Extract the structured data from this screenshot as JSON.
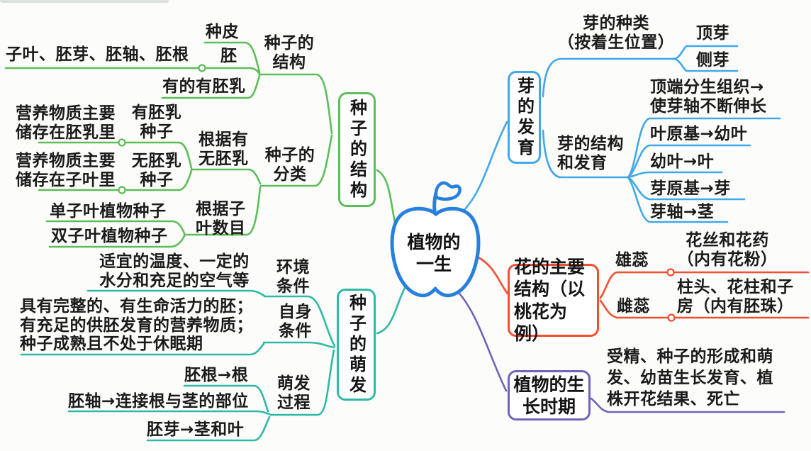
{
  "title": "植物的一生 思维导图",
  "colors": {
    "seed_structure_green": "#5cbe58",
    "germination_teal": "#2fb9a5",
    "bud_blue": "#41a8e8",
    "flower_red": "#f14f31",
    "growth_purple": "#6f64b8",
    "apple_blue": "#2780dd",
    "text": "#1b1b1b",
    "background": "#fcfcfa"
  },
  "center": {
    "label": "植物的\n一生"
  },
  "branch_seed_structure": {
    "box_label": "种子的结构",
    "structure": {
      "label": "种子的\n结构",
      "seed_coat": "种皮",
      "embryo_parts": "子叶、胚芽、胚轴、胚根",
      "embryo": "胚",
      "endosperm_note": "有的有胚乳"
    },
    "classification": {
      "label": "种子的\n分类",
      "by_endosperm": {
        "label": "根据有\n无胚乳",
        "with_endosperm_desc": "营养物质主要\n储存在胚乳里",
        "with_endosperm": "有胚乳\n种子",
        "without_endosperm_desc": "营养物质主要\n储存在子叶里",
        "without_endosperm": "无胚乳\n种子"
      },
      "by_cotyledon": {
        "label": "根据子\n叶数目",
        "monocot": "单子叶植物种子",
        "dicot": "双子叶植物种子"
      }
    }
  },
  "branch_germination": {
    "box_label": "种子的萌发",
    "env_condition": {
      "label": "环境\n条件",
      "desc": "适宜的温度、一定的\n水分和充足的空气等"
    },
    "self_condition": {
      "label": "自身\n条件",
      "desc": "具有完整的、有生命活力的胚；\n有充足的供胚发育的营养物质；\n种子成熟且不处于休眠期"
    },
    "process": {
      "label": "萌发\n过程",
      "radicle": "胚根→根",
      "hypocotyl": "胚轴→连接根与茎的部位",
      "plumule": "胚芽→茎和叶"
    }
  },
  "branch_bud": {
    "box_label": "芽的发育",
    "types": {
      "label": "芽的种类\n（按着生位置）",
      "apical": "顶芽",
      "lateral": "侧芽"
    },
    "structure": {
      "label": "芽的结构\n和发育",
      "items": [
        "顶端分生组织→\n使芽轴不断伸长",
        "叶原基→幼叶",
        "幼叶→叶",
        "芽原基→芽",
        "芽轴→茎"
      ]
    }
  },
  "branch_flower": {
    "box_label": "花的主要\n结构（以\n桃花为例）",
    "stamen": {
      "label": "雄蕊",
      "desc": "花丝和花药\n（内有花粉）"
    },
    "pistil": {
      "label": "雌蕊",
      "desc": "柱头、花柱和子\n房（内有胚珠）"
    }
  },
  "branch_growth": {
    "box_label": "植物的生\n长时期",
    "desc": "受精、种子的形成和萌\n发、幼苗生长发育、植\n株开花结果、死亡"
  }
}
